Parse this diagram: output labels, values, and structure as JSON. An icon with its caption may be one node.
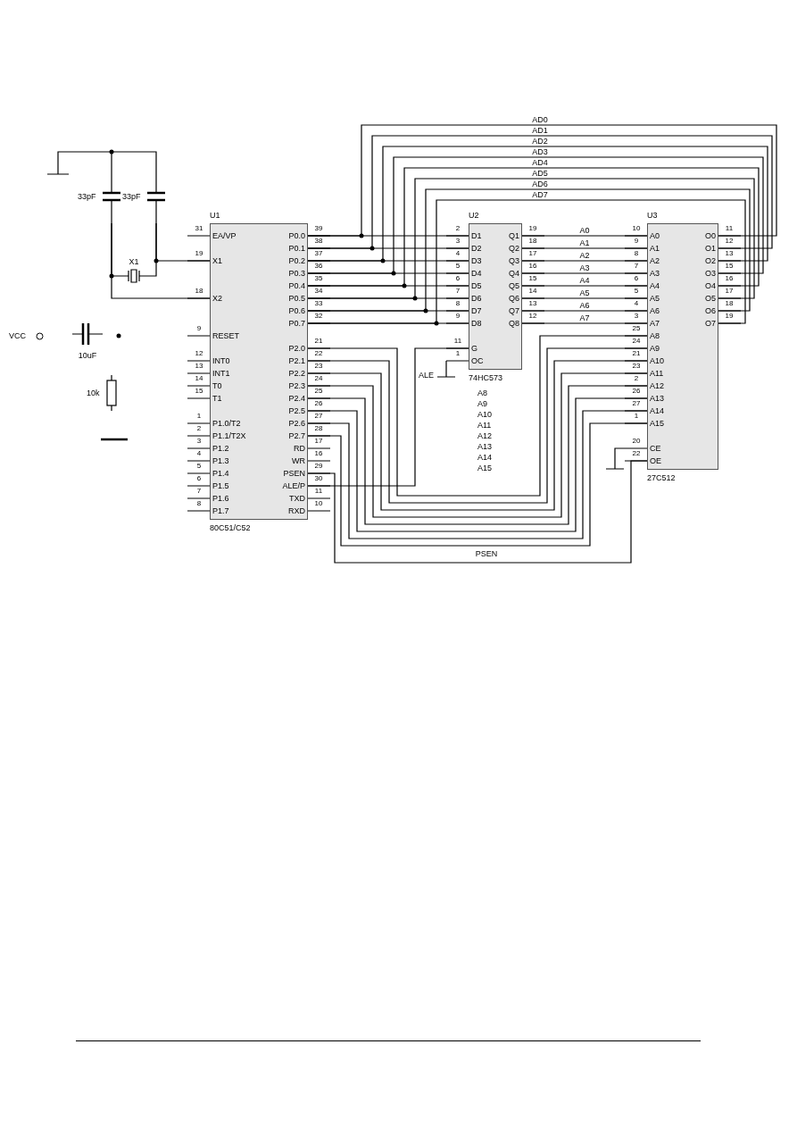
{
  "diagram": {
    "nodes": [
      {
        "text": [
          "33pF"
        ]
      },
      {
        "text": [
          "33pF"
        ]
      },
      {
        "text": [
          "U1",
          "EA/VP",
          "X1",
          "X2",
          "RESET",
          "INT0",
          "INT1",
          "T0",
          "T1",
          "P1.0/T2",
          "P1.1/T2X",
          "P1.2",
          "P1.3",
          "P1.4",
          "P1.5",
          "P1.6",
          "P1.7",
          "P0.0",
          "P0.1",
          "P0.2",
          "P0.3",
          "P0.4",
          "P0.5",
          "P0.6",
          "P0.7",
          "P2.0",
          "P2.1",
          "P2.2",
          "P2.3",
          "P2.4",
          "P2.5",
          "P2.6",
          "P2.7",
          "RD",
          "WR",
          "PSEN",
          "ALE/P",
          "TXD",
          "RXD",
          "80C51/C52"
        ],
        "beside": [
          "31",
          "19",
          "18",
          "9",
          "12",
          "13",
          "14",
          "15",
          "1",
          "2",
          "3",
          "4",
          "5",
          "6",
          "7",
          "8",
          "39",
          "38",
          "37",
          "36",
          "35",
          "34",
          "33",
          "32",
          "21",
          "22",
          "23",
          "24",
          "25",
          "26",
          "27",
          "28",
          "17",
          "16",
          "29",
          "30",
          "11",
          "10"
        ]
      },
      {
        "text": [
          "X1"
        ]
      },
      {
        "text": [
          "U2",
          "D1",
          "D2",
          "D3",
          "D4",
          "D5",
          "D6",
          "D7",
          "D8",
          "G",
          "OC",
          "Q1",
          "Q2",
          "Q3",
          "Q4",
          "Q5",
          "Q6",
          "Q7",
          "Q8",
          "74HC573"
        ],
        "beside": [
          "2",
          "3",
          "4",
          "5",
          "6",
          "7",
          "8",
          "9",
          "11",
          "1",
          "19",
          "18",
          "17",
          "16",
          "15",
          "14",
          "13",
          "12"
        ]
      },
      {
        "text": [
          "U3",
          "A0",
          "A1",
          "A2",
          "A3",
          "A4",
          "A5",
          "A6",
          "A7",
          "A8",
          "A9",
          "A10",
          "A11",
          "A12",
          "A13",
          "A14",
          "A15",
          "CE",
          "OE",
          "O0",
          "O1",
          "O2",
          "O3",
          "O4",
          "O5",
          "O6",
          "O7",
          "27C512"
        ],
        "beside": [
          "10",
          "9",
          "8",
          "7",
          "6",
          "5",
          "4",
          "3",
          "25",
          "24",
          "21",
          "23",
          "2",
          "26",
          "27",
          "1",
          "20",
          "22",
          "11",
          "12",
          "13",
          "15",
          "16",
          "17",
          "18",
          "19"
        ]
      },
      {
        "text": [
          "VCC"
        ]
      },
      {
        "text": [
          "10uF"
        ]
      },
      {
        "text": [
          "10k"
        ]
      }
    ],
    "edges": [
      {
        "from": 2,
        "to": 4,
        "arrow": "none"
      },
      {
        "from": 2,
        "to": 4,
        "arrow": "none"
      },
      {
        "from": 2,
        "to": 4,
        "arrow": "none"
      },
      {
        "from": 2,
        "to": 4,
        "arrow": "none"
      },
      {
        "from": 2,
        "to": 4,
        "arrow": "none"
      },
      {
        "from": 2,
        "to": 4,
        "arrow": "none"
      },
      {
        "from": 2,
        "to": 4,
        "arrow": "none"
      },
      {
        "from": 2,
        "to": 4,
        "arrow": "none"
      },
      {
        "from": 5,
        "to": 2,
        "arrow": "none"
      },
      {
        "from": 5,
        "to": 2,
        "arrow": "none"
      },
      {
        "from": 5,
        "to": 2,
        "arrow": "none"
      },
      {
        "from": 5,
        "to": 2,
        "arrow": "none"
      },
      {
        "from": 5,
        "to": 2,
        "arrow": "none"
      },
      {
        "from": 5,
        "to": 2,
        "arrow": "none"
      },
      {
        "from": 5,
        "to": 2,
        "arrow": "none"
      },
      {
        "from": 5,
        "to": 2,
        "arrow": "none"
      },
      {
        "from": 4,
        "to": 5,
        "arrow": "none"
      },
      {
        "from": 4,
        "to": 5,
        "arrow": "none"
      },
      {
        "from": 4,
        "to": 5,
        "arrow": "none"
      },
      {
        "from": 4,
        "to": 5,
        "arrow": "none"
      },
      {
        "from": 4,
        "to": 5,
        "arrow": "none"
      },
      {
        "from": 4,
        "to": 5,
        "arrow": "none"
      },
      {
        "from": 4,
        "to": 5,
        "arrow": "none"
      },
      {
        "from": 4,
        "to": 5,
        "arrow": "none"
      },
      {
        "from": 2,
        "to": 5,
        "arrow": "none"
      },
      {
        "from": 2,
        "to": 5,
        "arrow": "none"
      },
      {
        "from": 2,
        "to": 5,
        "arrow": "none"
      },
      {
        "from": 2,
        "to": 5,
        "arrow": "none"
      },
      {
        "from": 2,
        "to": 5,
        "arrow": "none"
      },
      {
        "from": 2,
        "to": 5,
        "arrow": "none"
      },
      {
        "from": 2,
        "to": 5,
        "arrow": "none"
      },
      {
        "from": 2,
        "to": 5,
        "arrow": "none"
      },
      {
        "from": 2,
        "to": 4,
        "arrow": "none"
      },
      {
        "from": 2,
        "to": 5,
        "arrow": "none"
      },
      {
        "from": 1,
        "to": 2,
        "arrow": "none"
      },
      {
        "from": 0,
        "to": 2,
        "arrow": "none"
      },
      {
        "from": 0,
        "to": 1,
        "arrow": "none"
      },
      {
        "from": 3,
        "to": 0,
        "arrow": "none"
      },
      {
        "from": 3,
        "to": 1,
        "arrow": "none"
      }
    ],
    "labels": [
      "AD0",
      "AD1",
      "AD2",
      "AD3",
      "AD4",
      "AD5",
      "AD6",
      "AD7",
      "A0",
      "A1",
      "A2",
      "A3",
      "A4",
      "A5",
      "A6",
      "A7",
      "ALE",
      "A8",
      "A9",
      "A10",
      "A11",
      "A12",
      "A13",
      "A14",
      "A15",
      "PSEN"
    ]
  }
}
